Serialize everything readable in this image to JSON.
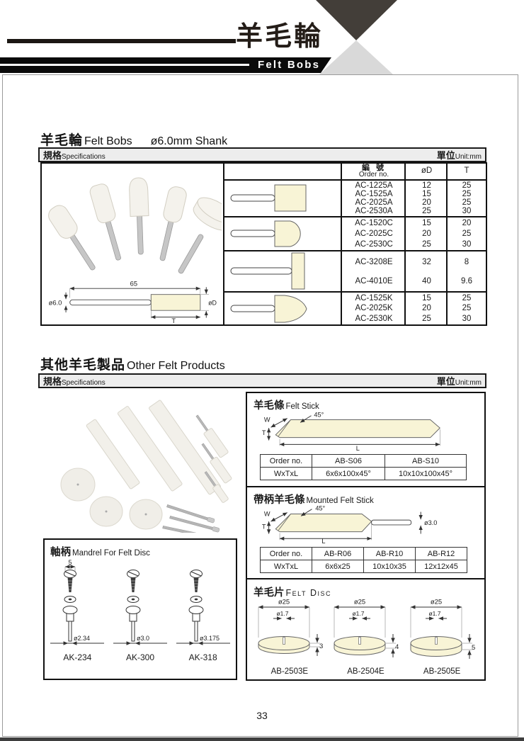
{
  "page": {
    "title_cjk": "羊毛輪",
    "subtitle_en": "Felt Bobs",
    "spec_cjk": "規格",
    "spec_en": "Specifications",
    "unit_cjk": "單位",
    "unit_en": "Unit:mm",
    "page_number": "33"
  },
  "section1": {
    "title_cjk": "羊毛輪",
    "title_en": "Felt Bobs",
    "shank_note": "ø6.0mm Shank",
    "table": {
      "order_header_cjk": "編 號",
      "order_header_en": "Order no.",
      "d_header": "øD",
      "t_header": "T",
      "groups": [
        {
          "shape": "cylinder",
          "rows": [
            {
              "no": "AC-1225A",
              "d": "12",
              "t": "25"
            },
            {
              "no": "AC-1525A",
              "d": "15",
              "t": "25"
            },
            {
              "no": "AC-2025A",
              "d": "20",
              "t": "25"
            },
            {
              "no": "AC-2530A",
              "d": "25",
              "t": "30"
            }
          ]
        },
        {
          "shape": "round-end",
          "rows": [
            {
              "no": "AC-1520C",
              "d": "15",
              "t": "20"
            },
            {
              "no": "AC-2025C",
              "d": "20",
              "t": "25"
            },
            {
              "no": "AC-2530C",
              "d": "25",
              "t": "30"
            }
          ]
        },
        {
          "shape": "wheel",
          "rows": [
            {
              "no": "AC-3208E",
              "d": "32",
              "t": "8"
            },
            {
              "no": "AC-4010E",
              "d": "40",
              "t": "9.6"
            }
          ]
        },
        {
          "shape": "pointed",
          "rows": [
            {
              "no": "AC-1525K",
              "d": "15",
              "t": "25"
            },
            {
              "no": "AC-2025K",
              "d": "20",
              "t": "25"
            },
            {
              "no": "AC-2530K",
              "d": "25",
              "t": "30"
            }
          ]
        }
      ]
    },
    "diagram": {
      "overall_length": "65",
      "shank_diameter": "ø6.0",
      "head_diameter": "øD",
      "head_thickness": "T"
    }
  },
  "section2": {
    "title_cjk": "其他羊毛製品",
    "title_en": "Other Felt Products",
    "felt_stick": {
      "title_cjk": "羊毛條",
      "title_en": "Felt Stick",
      "angle": "45°",
      "w": "W",
      "t": "T",
      "l": "L",
      "order_label": "Order no.",
      "size_label": "WxTxL",
      "columns": [
        {
          "order": "AB-S06",
          "size": "6x6x100x45°"
        },
        {
          "order": "AB-S10",
          "size": "10x10x100x45°"
        }
      ]
    },
    "mounted_felt_stick": {
      "title_cjk": "帶柄羊毛條",
      "title_en": "Mounted Felt Stick",
      "angle": "45°",
      "w": "W",
      "t": "T",
      "l": "L",
      "shank_diameter": "ø3.0",
      "order_label": "Order no.",
      "size_label": "WxTxL",
      "columns": [
        {
          "order": "AB-R06",
          "size": "6x6x25"
        },
        {
          "order": "AB-R10",
          "size": "10x10x35"
        },
        {
          "order": "AB-R12",
          "size": "12x12x45"
        }
      ]
    },
    "felt_disc": {
      "title_cjk": "羊毛片",
      "title_en": "Felt Disc",
      "discs": [
        {
          "outer_diameter": "ø25",
          "hole_diameter": "ø1.7",
          "thickness": "3",
          "order": "AB-2503E"
        },
        {
          "outer_diameter": "ø25",
          "hole_diameter": "ø1.7",
          "thickness": "4",
          "order": "AB-2504E"
        },
        {
          "outer_diameter": "ø25",
          "hole_diameter": "ø1.7",
          "thickness": "5",
          "order": "AB-2505E"
        }
      ]
    },
    "mandrel": {
      "title_cjk": "軸柄",
      "title_en": "Mandrel For Felt Disc",
      "items": [
        {
          "head_width": "5",
          "diameter": "ø2.34",
          "order": "AK-234"
        },
        {
          "diameter": "ø3.0",
          "order": "AK-300"
        },
        {
          "diameter": "ø3.175",
          "order": "AK-318"
        }
      ]
    }
  },
  "colors": {
    "felt_fill": "#f8f4d6",
    "header_bar": "#0a0a0a",
    "dark_triangle": "#433e39",
    "light_triangle": "#d9d9d9"
  }
}
